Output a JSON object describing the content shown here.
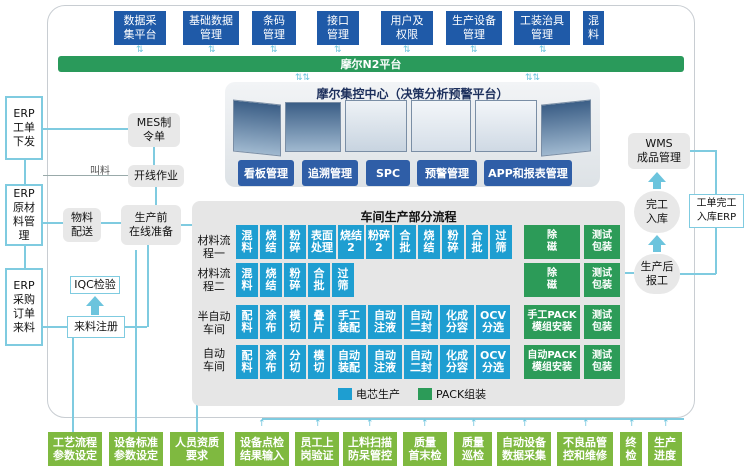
{
  "top_row": [
    {
      "label": "数据采\n集平台"
    },
    {
      "label": "基础数据\n管理"
    },
    {
      "label": "条码\n管理"
    },
    {
      "label": "接口\n管理"
    },
    {
      "label": "用户及\n权限"
    },
    {
      "label": "生产设备\n管理"
    },
    {
      "label": "工装治具\n管理"
    },
    {
      "label": "混\n料"
    }
  ],
  "platform_bar": "摩尔N2平台",
  "hub": {
    "title": "摩尔集控中心（决策分析预警平台）",
    "buttons": [
      "看板管理",
      "追溯管理",
      "SPC",
      "预警管理",
      "APP和报表管理"
    ]
  },
  "left_erp": [
    {
      "label": "ERP\n工单\n下发"
    },
    {
      "label": "ERP\n原材\n料管\n理"
    },
    {
      "label": "ERP\n采购\n订单\n来料"
    }
  ],
  "left_flow": {
    "mes_order": "MES制\n令单",
    "material_call": "叫料",
    "start_line": "开线作业",
    "material_delivery": "物料\n配送",
    "pre_production": "生产前\n在线准备",
    "iqc": "IQC检验",
    "incoming_register": "来料注册"
  },
  "flow": {
    "title": "车间生产部分流程",
    "rows": [
      {
        "label": "材料流\n程一",
        "cells": [
          "混\n料",
          "烧\n结",
          "粉\n碎",
          "表面\n处理",
          "烧结\n2",
          "粉碎\n2",
          "合\n批",
          "烧\n结",
          "粉\n碎",
          "合\n批",
          "过\n筛"
        ],
        "green": [
          "除\n磁",
          "测试\n包装"
        ]
      },
      {
        "label": "材料流\n程二",
        "cells": [
          "混\n料",
          "烧\n结",
          "粉\n碎",
          "合\n批",
          "过\n筛"
        ],
        "green": [
          "除\n磁",
          "测试\n包装"
        ]
      },
      {
        "label": "半自动\n车间",
        "cells": [
          "配\n料",
          "涂\n布",
          "模\n切",
          "叠\n片",
          "手工\n装配",
          "自动\n注液",
          "自动\n二封",
          "化成\n分容",
          "OCV\n分选"
        ],
        "green": [
          "手工PACK\n模组安装",
          "测试\n包装"
        ]
      },
      {
        "label": "自动\n车间",
        "cells": [
          "配\n料",
          "涂\n布",
          "分\n切",
          "模\n切",
          "自动\n装配",
          "自动\n注液",
          "自动\n二封",
          "化成\n分容",
          "OCV\n分选"
        ],
        "green": [
          "自动PACK\n模组安装",
          "测试\n包装"
        ]
      }
    ],
    "legend": [
      {
        "label": "电芯生产",
        "color": "#1e9ed1"
      },
      {
        "label": "PACK组装",
        "color": "#2c9b58"
      }
    ]
  },
  "right_flow": {
    "wms": "WMS\n成品管理",
    "finished_storage": "完工\n入库",
    "post_report": "生产后\n报工",
    "erp_finish": "工单完工\n入库ERP"
  },
  "bottom_row": [
    {
      "label": "工艺流程\n参数设定"
    },
    {
      "label": "设备标准\n参数设定"
    },
    {
      "label": "人员资质\n要求"
    },
    {
      "label": "设备点检\n结果输入"
    },
    {
      "label": "员工上\n岗验证"
    },
    {
      "label": "上料扫描\n防呆管控"
    },
    {
      "label": "质量\n首末检"
    },
    {
      "label": "质量\n巡检"
    },
    {
      "label": "自动设备\n数据采集"
    },
    {
      "label": "不良品管\n控和维修"
    },
    {
      "label": "终\n检"
    },
    {
      "label": "生产\n进度"
    }
  ]
}
